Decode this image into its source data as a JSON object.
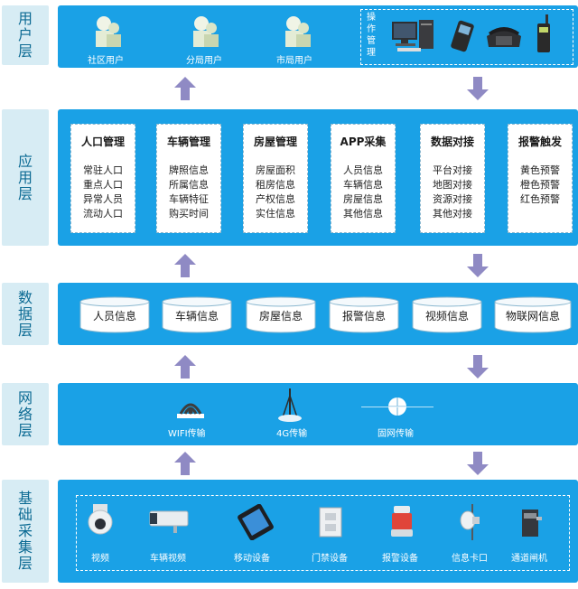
{
  "layers": {
    "user": [
      "用",
      "户",
      "层"
    ],
    "app": [
      "应",
      "用",
      "层"
    ],
    "data": [
      "数",
      "据",
      "层"
    ],
    "network": [
      "网",
      "络",
      "层"
    ],
    "base": [
      "基",
      "础",
      "采",
      "集",
      "层"
    ]
  },
  "user_layer": {
    "users": [
      "社区用户",
      "分局用户",
      "市局用户"
    ],
    "operation": [
      "操",
      "作",
      "管",
      "理"
    ]
  },
  "app_layer": [
    {
      "title": "人口管理",
      "items": [
        "常驻人口",
        "重点人口",
        "异常人员",
        "流动人口"
      ]
    },
    {
      "title": "车辆管理",
      "items": [
        "牌照信息",
        "所属信息",
        "车辆特征",
        "购买时间"
      ]
    },
    {
      "title": "房屋管理",
      "items": [
        "房屋面积",
        "租房信息",
        "产权信息",
        "实住信息"
      ]
    },
    {
      "title": "APP采集",
      "items": [
        "人员信息",
        "车辆信息",
        "房屋信息",
        "其他信息"
      ]
    },
    {
      "title": "数据对接",
      "items": [
        "平台对接",
        "地图对接",
        "资源对接",
        "其他对接"
      ]
    },
    {
      "title": "报警触发",
      "items": [
        "黄色预警",
        "橙色预警",
        "红色预警"
      ]
    }
  ],
  "data_layer": [
    "人员信息",
    "车辆信息",
    "房屋信息",
    "报警信息",
    "视频信息",
    "物联网信息"
  ],
  "network_layer": [
    "WIFI传输",
    "4G传输",
    "固网传输"
  ],
  "base_layer": [
    "视频",
    "车辆视频",
    "移动设备",
    "门禁设备",
    "报警设备",
    "信息卡口",
    "通道闸机"
  ],
  "colors": {
    "band": "#1aa1e6",
    "label_bg": "#d7ecf4",
    "label_text": "#0b6a93",
    "arrow": "#8f8ac4"
  }
}
